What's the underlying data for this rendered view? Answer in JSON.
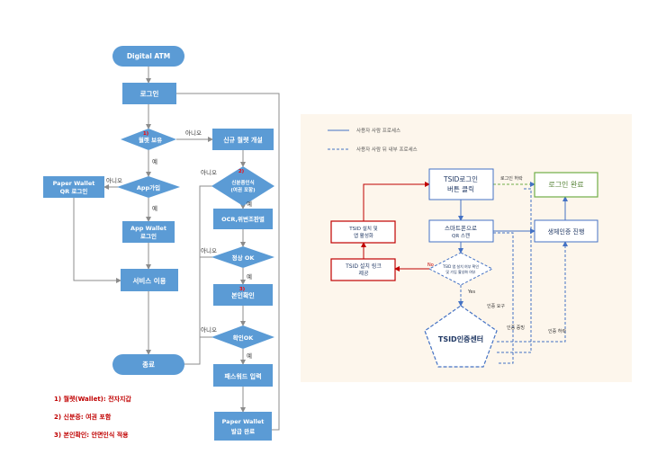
{
  "flowchart": {
    "start": "Digital ATM",
    "login": "로그인",
    "wallet_check": "월렛 보유",
    "no1": "아니오",
    "new_wallet": "신규 월렛 개설",
    "yes1": "예",
    "paper_wallet_qr": [
      "Paper Wallet",
      "QR 로그인"
    ],
    "no2": "아니오",
    "app_join": "App가입",
    "id_check": [
      "신분증인식",
      "(여권 포함)"
    ],
    "no3": "아니오",
    "yes2": "예",
    "yes3": "예",
    "app_wallet_login": [
      "App Wallet",
      "로그인"
    ],
    "ocr": "OCR,위변조판별",
    "no4": "아니오",
    "normal_ok": "정상 OK",
    "service_use": "서비스 이용",
    "yes4": "예",
    "identity_check": "본인확인",
    "no5": "아니오",
    "confirm_ok": "확인OK",
    "yes5": "예",
    "end": "종료",
    "password": "패스워드 입력",
    "paper_wallet_issue": [
      "Paper Wallet",
      "발급 완료"
    ],
    "badge1": "1)",
    "badge2": "2)",
    "badge3": "3)",
    "notes": [
      "1) 월렛(Wallet): 전자지갑",
      "2) 신분증: 여권 포함",
      "3) 본인확인: 안면인식 적용"
    ]
  },
  "tsid": {
    "legend_solid": "사용자 사람 프로세스",
    "legend_dashed": "사용자 사람 뒤 내부 프로세스",
    "tsid_login": [
      "TSID로그인",
      "버튼 클릭"
    ],
    "login_done": "로그인 완료",
    "scan_qr": [
      "스마트폰으로",
      "QR 스캔"
    ],
    "biometric": "생체인증 진행",
    "install_app": [
      "TSID 설치 및",
      "앱 활성화"
    ],
    "diamond": [
      "TSID 앱 설치 여부 확인",
      "및 가입 활성화 여부"
    ],
    "provide_link": [
      "TSID 설치 링크",
      "제공"
    ],
    "no_label": "No",
    "yes_label": "Yes",
    "center": "TSID인증센터",
    "login_permit": "로그인 허락",
    "auth_request": "인증 요구",
    "auth_verify": "인증 증빙",
    "auth_permit": "인증 허락"
  },
  "colors": {
    "flow_blue": "#5b9bd5",
    "flow_line": "#8c8c8c",
    "badge_red": "#ff0000",
    "note_red": "#c00000",
    "panel_bg": "#fdf6ec",
    "tsid_blue": "#4472c4",
    "tsid_red": "#c00000",
    "tsid_green": "#70ad47",
    "tsid_navy": "#203864"
  }
}
